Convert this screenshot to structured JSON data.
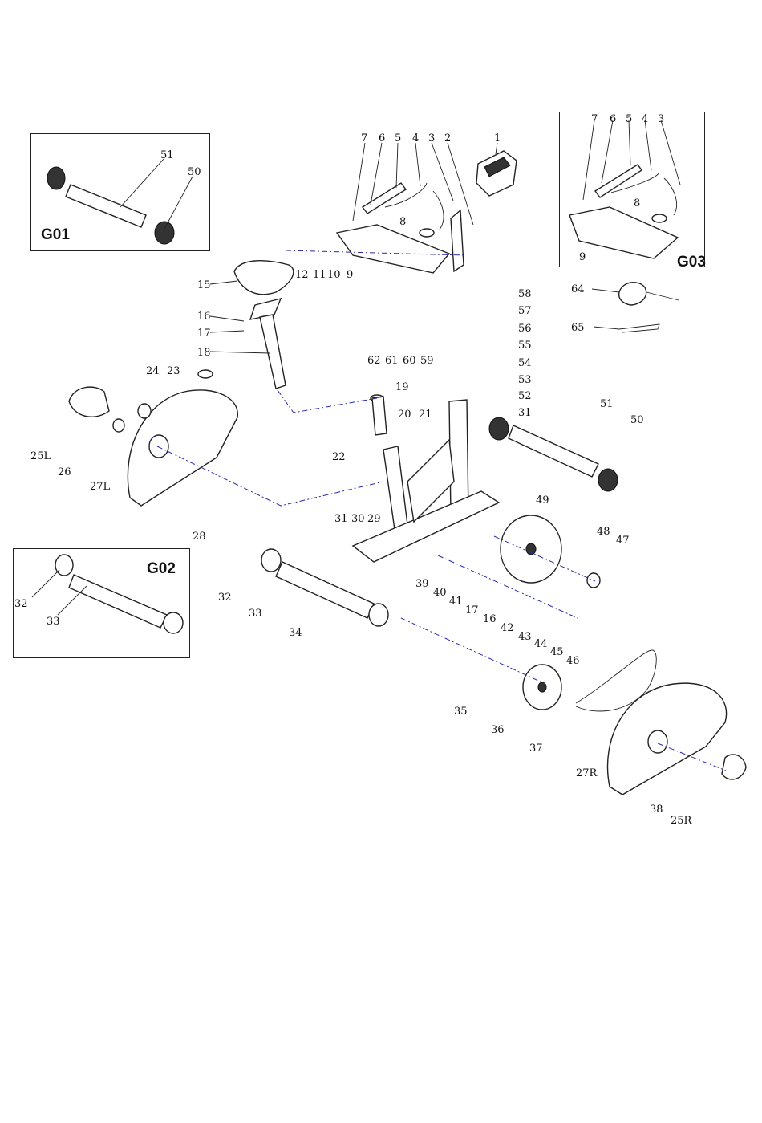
{
  "insets": [
    {
      "id": "G01",
      "label": "G01",
      "parts": [
        "51",
        "50"
      ]
    },
    {
      "id": "G02",
      "label": "G02",
      "parts": [
        "32",
        "33"
      ]
    },
    {
      "id": "G03",
      "label": "G03",
      "parts": [
        "7",
        "6",
        "5",
        "4",
        "3",
        "8",
        "9"
      ]
    }
  ],
  "part_labels": {
    "p1": "1",
    "p2": "2",
    "p3": "3",
    "p4": "4",
    "p5": "5",
    "p6": "6",
    "p7": "7",
    "p8": "8",
    "p9": "9",
    "p10": "10",
    "p11": "11",
    "p12": "12",
    "p15": "15",
    "p16": "16",
    "p17": "17",
    "p18": "18",
    "p19": "19",
    "p20": "20",
    "p21": "21",
    "p22": "22",
    "p23": "23",
    "p24": "24",
    "p25L": "25L",
    "p25R": "25R",
    "p26": "26",
    "p27L": "27L",
    "p27R": "27R",
    "p28": "28",
    "p29": "29",
    "p30": "30",
    "p31": "31",
    "p32": "32",
    "p33": "33",
    "p34": "34",
    "p35": "35",
    "p36": "36",
    "p37": "37",
    "p38": "38",
    "p39": "39",
    "p40": "40",
    "p41": "41",
    "p42": "42",
    "p43": "43",
    "p44": "44",
    "p45": "45",
    "p46": "46",
    "p47": "47",
    "p48": "48",
    "p49": "49",
    "p50": "50",
    "p51": "51",
    "p52": "52",
    "p53": "53",
    "p54": "54",
    "p55": "55",
    "p56": "56",
    "p57": "57",
    "p58": "58",
    "p59": "59",
    "p60": "60",
    "p61": "61",
    "p62": "62",
    "p64": "64",
    "p65": "65"
  },
  "colors": {
    "line": "#222222",
    "axis": "#2a2aa8",
    "background": "#ffffff"
  }
}
